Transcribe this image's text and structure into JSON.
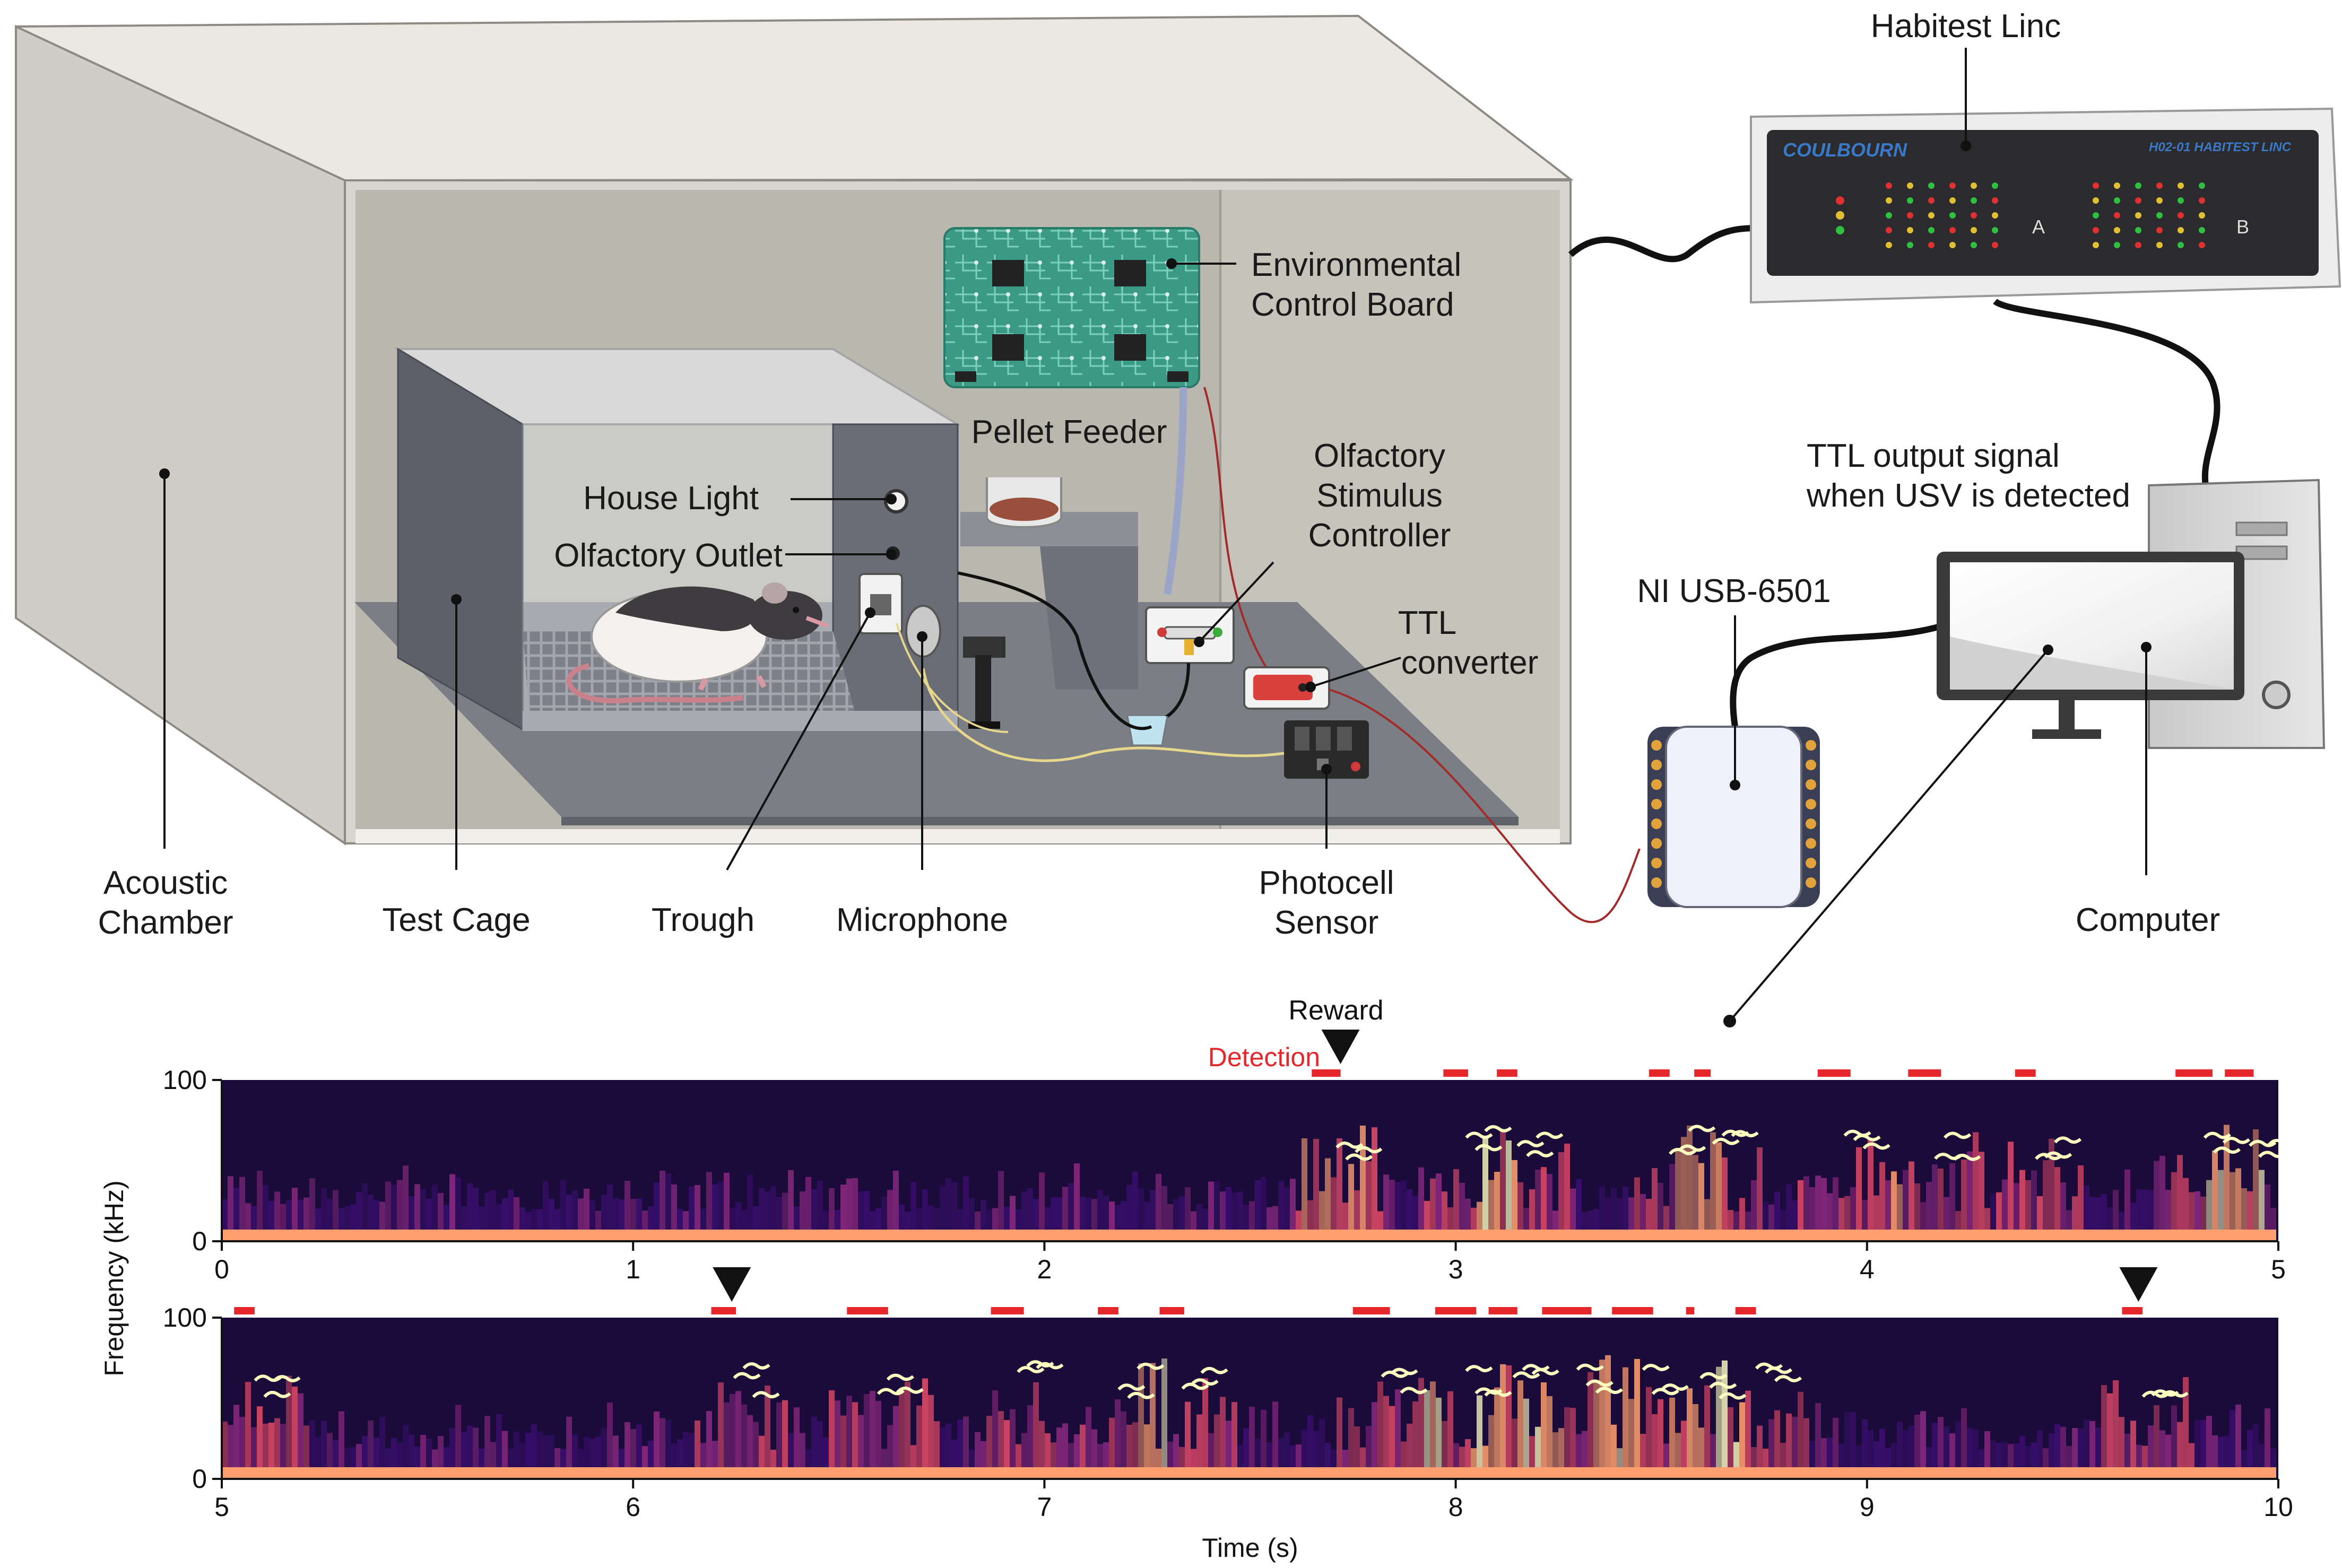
{
  "labels": {
    "acoustic_chamber_1": "Acoustic",
    "acoustic_chamber_2": "Chamber",
    "test_cage": "Test Cage",
    "trough": "Trough",
    "microphone": "Microphone",
    "photocell_1": "Photocell",
    "photocell_2": "Sensor",
    "env_board_1": "Environmental",
    "env_board_2": "Control Board",
    "pellet_feeder": "Pellet Feeder",
    "house_light": "House Light",
    "olfactory_outlet": "Olfactory Outlet",
    "olfactory_ctrl_1": "Olfactory",
    "olfactory_ctrl_2": "Stimulus",
    "olfactory_ctrl_3": "Controller",
    "ttl_conv_1": "TTL",
    "ttl_conv_2": "converter",
    "habitest": "Habitest Linc",
    "ttl_signal_1": "TTL output signal",
    "ttl_signal_2": "when USV is detected",
    "ni_usb": "NI USB-6501",
    "computer": "Computer"
  },
  "device": {
    "brand": "COULBOURN",
    "model": "H02-01 HABITEST LINC",
    "panel_a": "A",
    "panel_b": "B",
    "colors": {
      "body": "#ededed",
      "panel": "#2b2b2e",
      "brand": "#3a78c8"
    }
  },
  "legend": {
    "reward": "Reward",
    "detection": "Detection"
  },
  "chart_data": {
    "type": "heatmap",
    "description_source": "USV spectrogram, two rows",
    "xlabel": "Time (s)",
    "ylabel": "Frequency (kHz)",
    "ylim": [
      0,
      100
    ],
    "yticks": [
      0,
      100
    ],
    "colormap": [
      "#0d0221",
      "#3b0f70",
      "#8c2981",
      "#de4968",
      "#fe9f6d",
      "#fcfdbf"
    ],
    "detection_color": "#e5262a",
    "rows": [
      {
        "xlim": [
          0,
          5
        ],
        "xticks": [
          0,
          1,
          2,
          3,
          4,
          5
        ],
        "detections": [
          [
            2.65,
            2.72
          ],
          [
            2.97,
            3.03
          ],
          [
            3.1,
            3.15
          ],
          [
            3.47,
            3.52
          ],
          [
            3.58,
            3.62
          ],
          [
            3.88,
            3.96
          ],
          [
            4.1,
            4.18
          ],
          [
            4.36,
            4.41
          ],
          [
            4.75,
            4.84
          ],
          [
            4.87,
            4.94
          ]
        ],
        "rewards": [
          2.72
        ]
      },
      {
        "xlim": [
          5,
          10
        ],
        "xticks": [
          5,
          6,
          7,
          8,
          9,
          10
        ],
        "detections": [
          [
            5.03,
            5.08
          ],
          [
            6.19,
            6.25
          ],
          [
            6.52,
            6.62
          ],
          [
            6.87,
            6.95
          ],
          [
            7.13,
            7.18
          ],
          [
            7.28,
            7.34
          ],
          [
            7.75,
            7.84
          ],
          [
            7.95,
            8.05
          ],
          [
            8.08,
            8.15
          ],
          [
            8.21,
            8.33
          ],
          [
            8.38,
            8.48
          ],
          [
            8.56,
            8.58
          ],
          [
            8.68,
            8.73
          ],
          [
            9.62,
            9.67
          ]
        ],
        "rewards": [
          6.24,
          9.66
        ]
      }
    ]
  }
}
